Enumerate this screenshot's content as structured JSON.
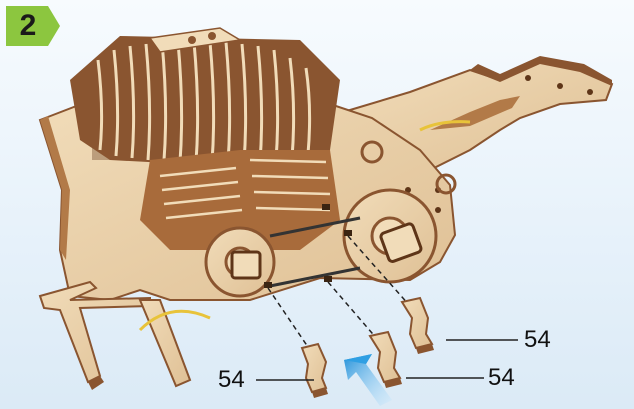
{
  "step": {
    "number": "2",
    "badge_color": "#8cc63f"
  },
  "colors": {
    "plywood_face": "#ecd3ad",
    "plywood_edge": "#8a5530",
    "plywood_dark": "#5e3518",
    "arrow": "#2f9fe3",
    "wire": "#e8c33a"
  },
  "parts": {
    "part_id": "54",
    "callouts": [
      {
        "label": "54"
      },
      {
        "label": "54"
      },
      {
        "label": "54"
      }
    ]
  },
  "icons": [
    "insert-arrow-icon"
  ]
}
